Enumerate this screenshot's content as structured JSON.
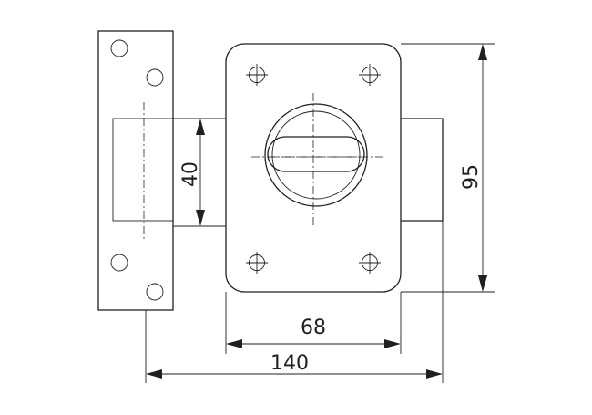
{
  "drawing": {
    "dimensions": {
      "width_backplate": "68",
      "width_overall": "140",
      "height_bolt": "40",
      "height_backplate": "95"
    },
    "line_color": "#231f20",
    "background": "#ffffff"
  }
}
